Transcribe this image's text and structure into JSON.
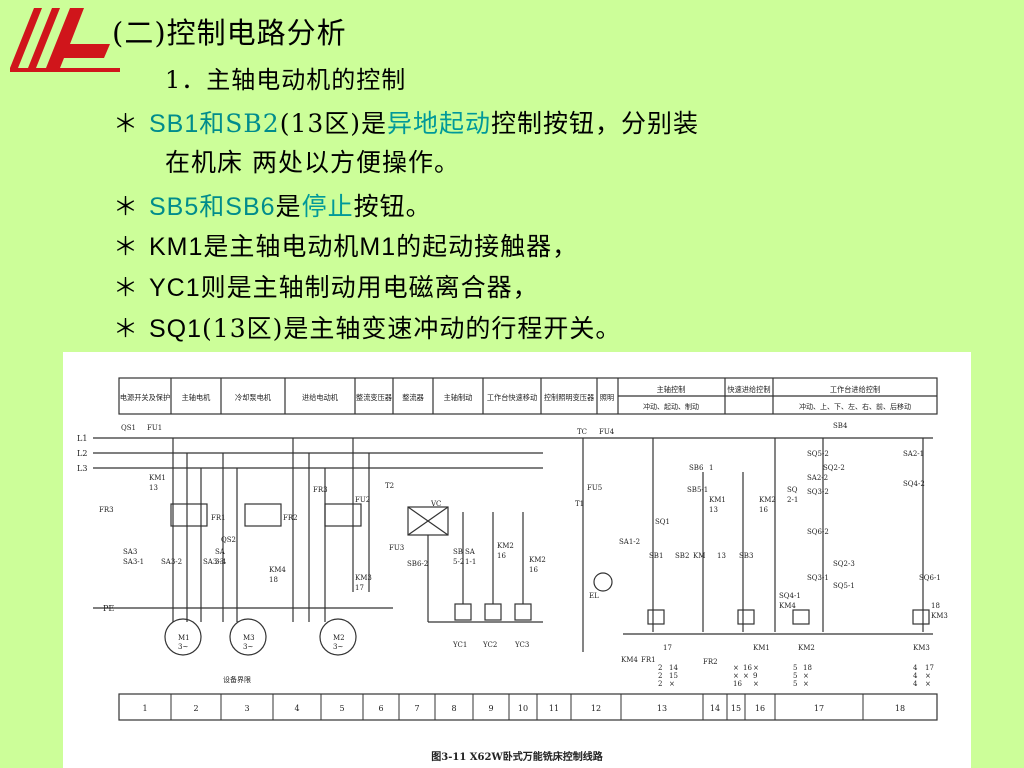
{
  "title": "(二)控制电路分析",
  "subtitle": "1．主轴电动机的控制",
  "bullets": {
    "b1": {
      "star": "＊",
      "sb1": "SB1",
      "he": "和",
      "sb2": "SB2",
      "area": "(13区)",
      "shi": "是",
      "kw": "异地起动",
      "rest": "控制按钮，分别装",
      "cont": "在机床 两处以方便操作。"
    },
    "b2": {
      "star": "＊",
      "sb5": "SB5",
      "he": "和",
      "sb6": "SB6",
      "shi": "是",
      "kw": "停止",
      "rest": "按钮。"
    },
    "b3": {
      "star": "＊",
      "km1": "KM1",
      "mid": "是主轴电动机",
      "m1": "M1",
      "rest": "的起动接触器，"
    },
    "b4": {
      "star": "＊",
      "yc1": "YC1",
      "rest": "则是主轴制动用电磁离合器，"
    },
    "b5": {
      "star": "＊",
      "sq1": "SQ1",
      "rest": "(13区)是主轴变速冲动的行程开关。"
    }
  },
  "colors": {
    "background": "#ccfe99",
    "keyword": "#009999",
    "logo": "#d0151b"
  },
  "diagram": {
    "header": [
      "电源开关及保护",
      "主轴电机",
      "冷却泵电机",
      "进给电动机",
      "整流变压器",
      "整流器",
      "主轴制动",
      "工作台快速移动",
      "控制照明变压器",
      "照明",
      "主轴控制",
      "快速进给控制",
      "工作台进给控制"
    ],
    "header_sub": [
      "冲动、起动、制动",
      "冲动、上、下、左、右、前、后移动"
    ],
    "line_labels": [
      "L1",
      "L2",
      "L3",
      "PE"
    ],
    "labels": [
      "QS1",
      "FU1",
      "KM1",
      "13",
      "FR1",
      "FR2",
      "QS2",
      "SA3",
      "SA3-1",
      "SA3-2",
      "SA3-3",
      "SA",
      "3-4",
      "M1",
      "3~",
      "M3",
      "3~",
      "FR3",
      "KM4",
      "18",
      "KM3",
      "17",
      "M2",
      "3~",
      "FU2",
      "T2",
      "VC",
      "FU3",
      "SB6-2",
      "SB",
      "5-2",
      "SA",
      "1-1",
      "KM2",
      "16",
      "KM2",
      "16",
      "YC1",
      "YC2",
      "YC3",
      "TC",
      "FU4",
      "FU5",
      "T1",
      "EL",
      "SA1-2",
      "SB6",
      "1",
      "SB5-1",
      "KM1",
      "13",
      "KM2",
      "16",
      "SQ",
      "2-1",
      "SQ1",
      "SB1",
      "SB2",
      "KM",
      "13",
      "SB3",
      "SB4",
      "SA2-1",
      "SQ5-2",
      "SQ2-2",
      "SA2-2",
      "SQ3-2",
      "SQ4-2",
      "SQ6-2",
      "SQ2-3",
      "SQ3-1",
      "SQ5-1",
      "SQ6-1",
      "SQ4-1",
      "KM4",
      "18",
      "KM3",
      "17",
      "KM1",
      "KM2",
      "KM3",
      "KM4",
      "FR1",
      "FR2",
      "FR3",
      "设备界限"
    ],
    "contact_nums": [
      "2",
      "2",
      "2",
      "14",
      "15",
      "×",
      "×",
      "×",
      "16",
      "16",
      "×",
      "×",
      "9",
      "×",
      "5",
      "5",
      "5",
      "18",
      "×",
      "×",
      "4",
      "4",
      "4",
      "17",
      "×",
      "×"
    ],
    "zones": [
      "1",
      "2",
      "3",
      "4",
      "5",
      "6",
      "7",
      "8",
      "9",
      "10",
      "11",
      "12",
      "13",
      "14",
      "15",
      "16",
      "17",
      "18"
    ],
    "caption": "图3-11  X62W卧式万能铣床控制线路"
  }
}
